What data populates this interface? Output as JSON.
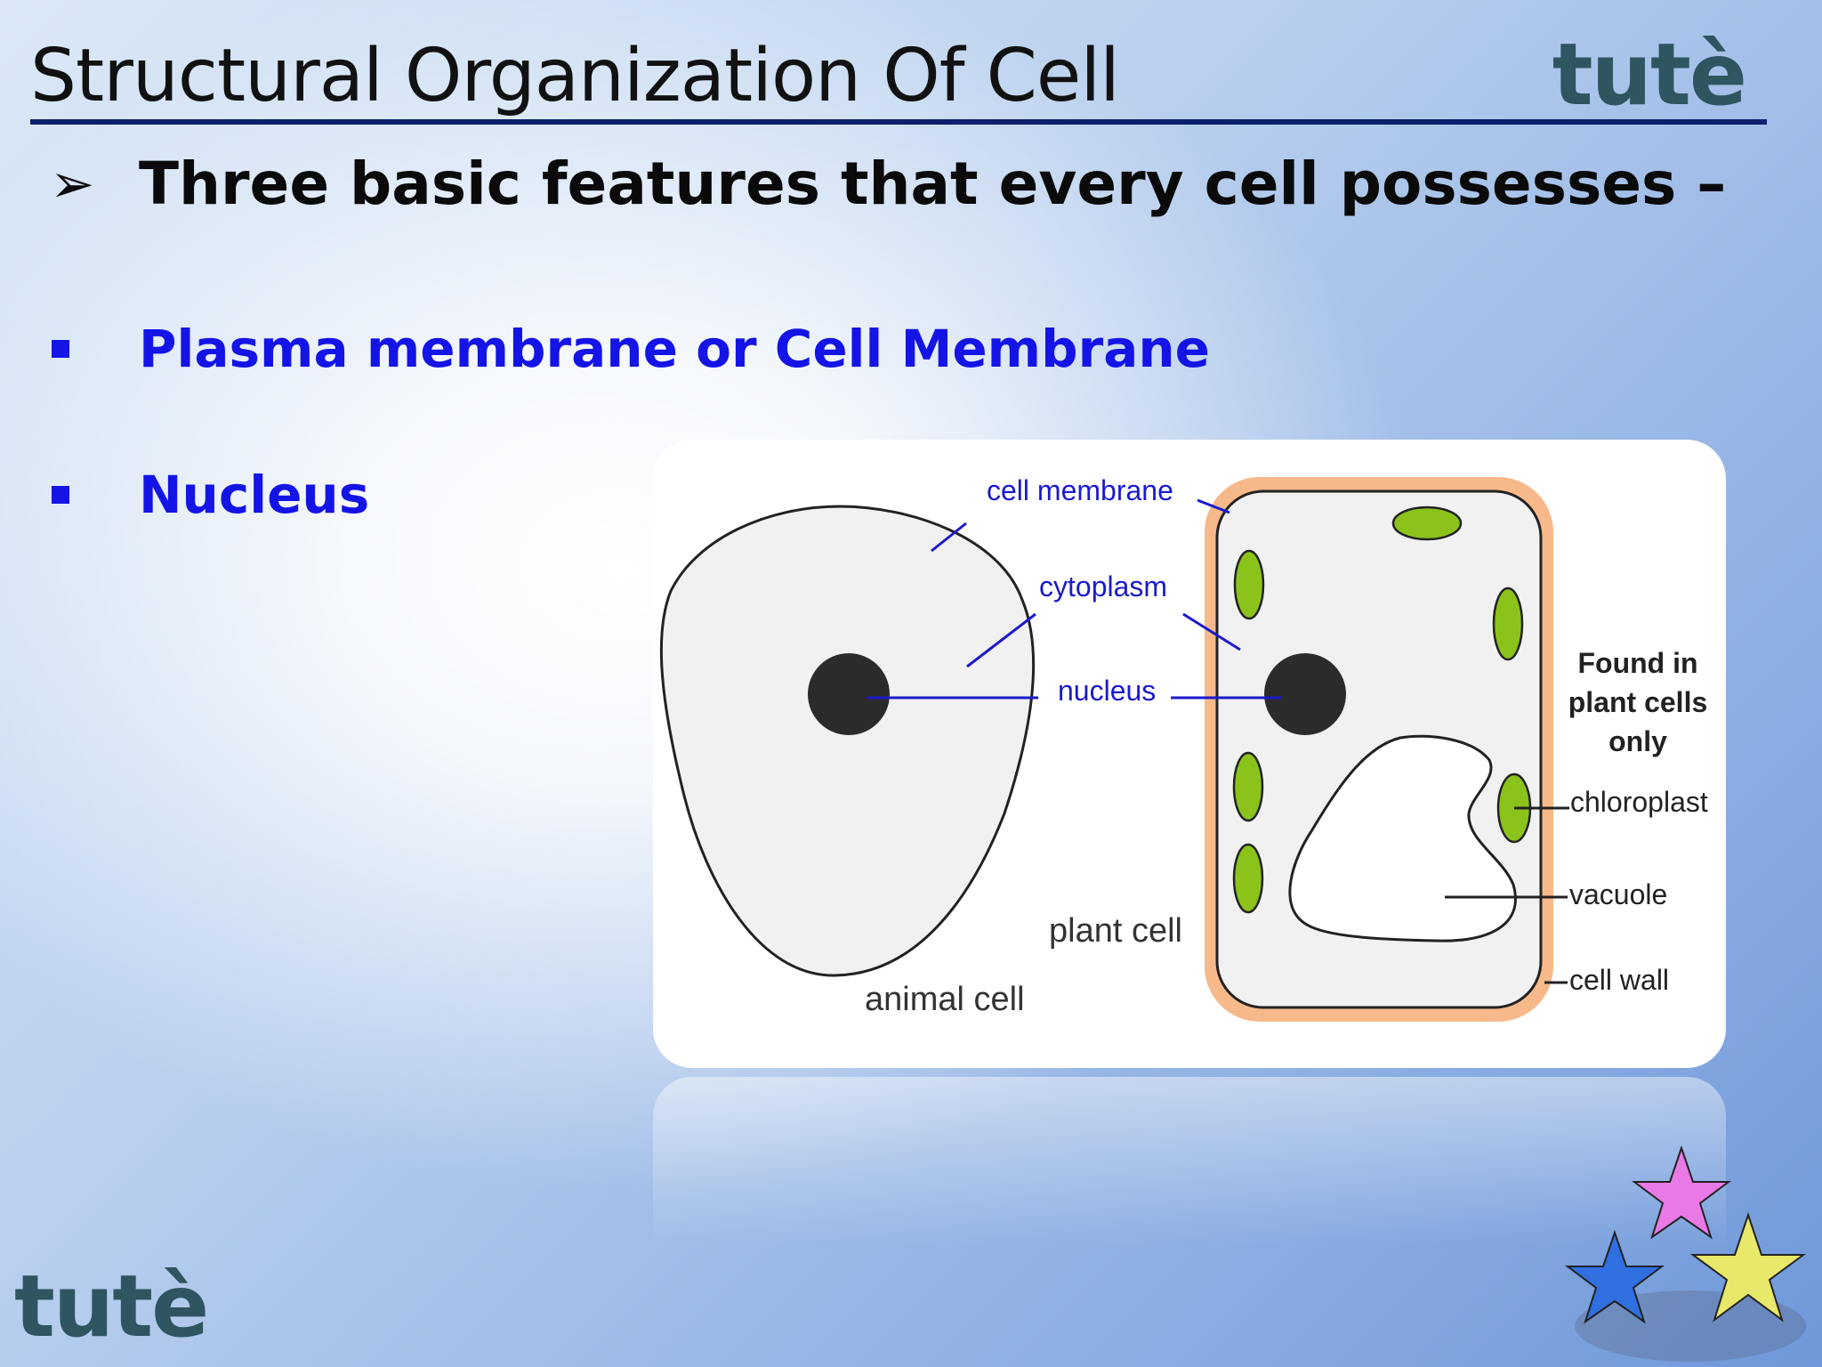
{
  "slide": {
    "title": "Structural Organization Of Cell",
    "logo_text": "tutè",
    "heading": "Three basic features that every cell possesses –",
    "bullets": [
      {
        "label": "Plasma membrane or Cell Membrane"
      },
      {
        "label": "Nucleus"
      }
    ]
  },
  "figure": {
    "labels": {
      "cell_membrane": "cell membrane",
      "cytoplasm": "cytoplasm",
      "nucleus": "nucleus",
      "plant_cell": "plant cell",
      "animal_cell": "animal cell",
      "found_in_1": "Found in",
      "found_in_2": "plant cells",
      "found_in_3": "only",
      "chloroplast": "chloroplast",
      "vacuole": "vacuole",
      "cell_wall": "cell wall"
    },
    "colors": {
      "label_blue": "#1a1acc",
      "cell_fill": "#f1f1f1",
      "nucleus": "#2b2b2b",
      "cell_wall": "#f7b98a",
      "chloroplast": "#8cc31a"
    }
  },
  "colors": {
    "title_rule": "#0c1f6b",
    "bullet_text": "#1414e6",
    "logo": "#2e5560"
  }
}
